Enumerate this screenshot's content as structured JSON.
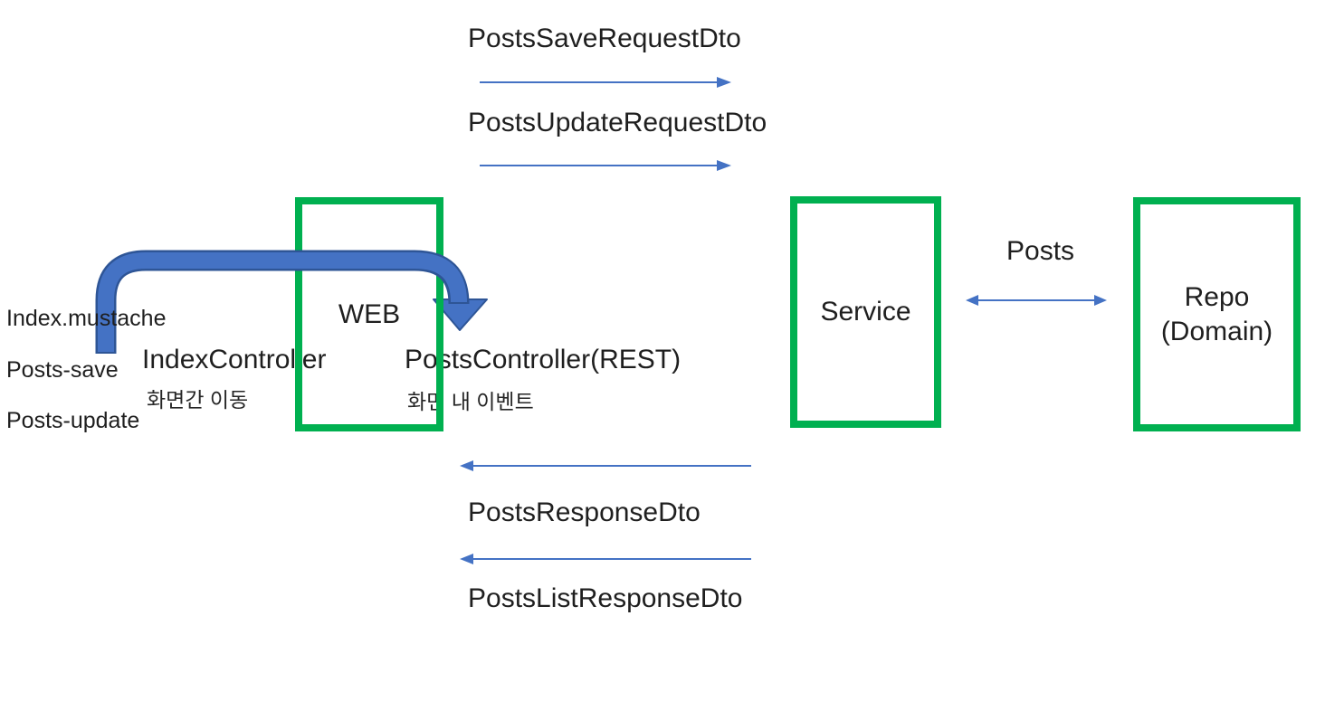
{
  "diagram": {
    "request_flows": [
      {
        "label": "PostsSaveRequestDto",
        "direction": "right"
      },
      {
        "label": "PostsUpdateRequestDto",
        "direction": "right"
      }
    ],
    "response_flows": [
      {
        "label": "PostsResponseDto",
        "direction": "left"
      },
      {
        "label": "PostsListResponseDto",
        "direction": "left"
      }
    ],
    "web_box": {
      "label": "WEB",
      "index_controller": {
        "name": "IndexController",
        "note": "화면간 이동"
      },
      "posts_controller": {
        "name": "PostsController(REST)",
        "note": "화면 내 이벤트"
      }
    },
    "view_files": [
      "Index.mustache",
      "Posts-save",
      "Posts-update"
    ],
    "service_box": {
      "label": "Service"
    },
    "repo_box": {
      "label": "Repo",
      "sublabel": "(Domain)"
    },
    "service_repo_link": {
      "label": "Posts",
      "direction": "both"
    },
    "colors": {
      "box_border": "#00B050",
      "arrow_fill": "#4472C4",
      "arrow_outline": "#2E5596",
      "text": "#1f1f1f"
    }
  }
}
